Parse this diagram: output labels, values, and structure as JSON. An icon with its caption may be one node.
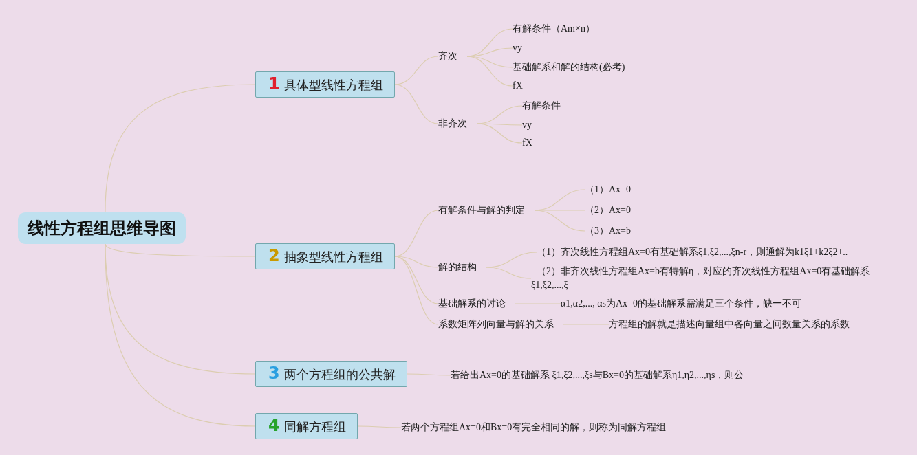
{
  "diagram": {
    "nodes": [
      {
        "text": [
          "线性方程组思维导图"
        ]
      },
      {
        "text": [
          "1",
          "具体型线性方程组"
        ]
      },
      {
        "text": [
          "齐次"
        ]
      },
      {
        "text": [
          "有解条件（Am×n）"
        ]
      },
      {
        "text": [
          "vy"
        ]
      },
      {
        "text": [
          "基础解系和解的结构(必考)"
        ]
      },
      {
        "text": [
          "fX"
        ]
      },
      {
        "text": [
          "非齐次"
        ]
      },
      {
        "text": [
          "有解条件"
        ]
      },
      {
        "text": [
          "vy"
        ]
      },
      {
        "text": [
          "fX"
        ]
      },
      {
        "text": [
          "2",
          "抽象型线性方程组"
        ]
      },
      {
        "text": [
          "有解条件与解的判定"
        ]
      },
      {
        "text": [
          "（1）Ax=0"
        ]
      },
      {
        "text": [
          "（2）Ax=0"
        ]
      },
      {
        "text": [
          "（3）Ax=b"
        ]
      },
      {
        "text": [
          "解的结构"
        ]
      },
      {
        "text": [
          "（1）齐次线性方程组Ax=0有基础解系ξ1,ξ2,...,ξn-r，则通解为k1ξ1+k2ξ2+.."
        ]
      },
      {
        "text": [
          "（2）非齐次线性方程组Ax=b有特解η，对应的齐次线性方程组Ax=0有基础解系ξ1,ξ2,...,ξ"
        ]
      },
      {
        "text": [
          "基础解系的讨论"
        ]
      },
      {
        "text": [
          "α1,α2,..., αs为Ax=0的基础解系需满足三个条件，缺一不可"
        ]
      },
      {
        "text": [
          "系数矩阵列向量与解的关系"
        ]
      },
      {
        "text": [
          "方程组的解就是描述向量组中各向量之间数量关系的系数"
        ]
      },
      {
        "text": [
          "3",
          "两个方程组的公共解"
        ]
      },
      {
        "text": [
          "若给出Ax=0的基础解系 ξ1,ξ2,...,ξs与Bx=0的基础解系η1,η2,...,ηs，则公"
        ]
      },
      {
        "text": [
          "4",
          "同解方程组"
        ]
      },
      {
        "text": [
          "若两个方程组Ax=0和Bx=0有完全相同的解，则称为同解方程组"
        ]
      }
    ],
    "edges": [
      {
        "from": 0,
        "to": 1,
        "arrow": "none"
      },
      {
        "from": 0,
        "to": 11,
        "arrow": "none"
      },
      {
        "from": 0,
        "to": 23,
        "arrow": "none"
      },
      {
        "from": 0,
        "to": 25,
        "arrow": "none"
      },
      {
        "from": 1,
        "to": 2,
        "arrow": "none"
      },
      {
        "from": 1,
        "to": 7,
        "arrow": "none"
      },
      {
        "from": 2,
        "to": 3,
        "arrow": "none"
      },
      {
        "from": 2,
        "to": 4,
        "arrow": "none"
      },
      {
        "from": 2,
        "to": 5,
        "arrow": "none"
      },
      {
        "from": 2,
        "to": 6,
        "arrow": "none"
      },
      {
        "from": 7,
        "to": 8,
        "arrow": "none"
      },
      {
        "from": 7,
        "to": 9,
        "arrow": "none"
      },
      {
        "from": 7,
        "to": 10,
        "arrow": "none"
      },
      {
        "from": 11,
        "to": 12,
        "arrow": "none"
      },
      {
        "from": 11,
        "to": 16,
        "arrow": "none"
      },
      {
        "from": 11,
        "to": 19,
        "arrow": "none"
      },
      {
        "from": 11,
        "to": 21,
        "arrow": "none"
      },
      {
        "from": 12,
        "to": 13,
        "arrow": "none"
      },
      {
        "from": 12,
        "to": 14,
        "arrow": "none"
      },
      {
        "from": 12,
        "to": 15,
        "arrow": "none"
      },
      {
        "from": 16,
        "to": 17,
        "arrow": "none"
      },
      {
        "from": 16,
        "to": 18,
        "arrow": "none"
      },
      {
        "from": 19,
        "to": 20,
        "arrow": "none"
      },
      {
        "from": 21,
        "to": 22,
        "arrow": "none"
      },
      {
        "from": 23,
        "to": 24,
        "arrow": "none"
      },
      {
        "from": 25,
        "to": 26,
        "arrow": "none"
      }
    ]
  }
}
